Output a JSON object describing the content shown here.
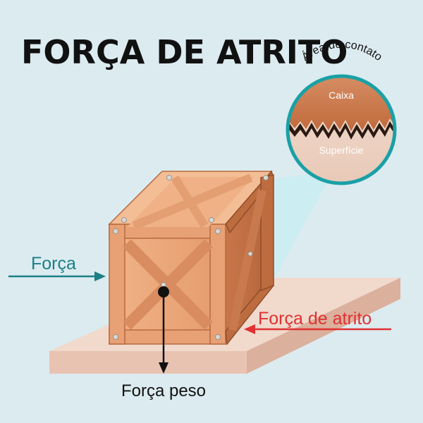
{
  "title": "FORÇA DE ATRITO",
  "zoom": {
    "arc_label": "Área de contato",
    "top_label": "Caixa",
    "bottom_label": "Superfície"
  },
  "labels": {
    "applied_force": "Força",
    "friction_force": "Força de atrito",
    "weight_force": "Força peso"
  },
  "colors": {
    "background": "#dcebf0",
    "applied_arrow": "#1a8085",
    "friction_arrow": "#e03131",
    "weight_arrow": "#111111",
    "zoom_ring": "#1aa0a6",
    "box_wood": "#e9a67a",
    "surface": "#f1d9cc"
  }
}
